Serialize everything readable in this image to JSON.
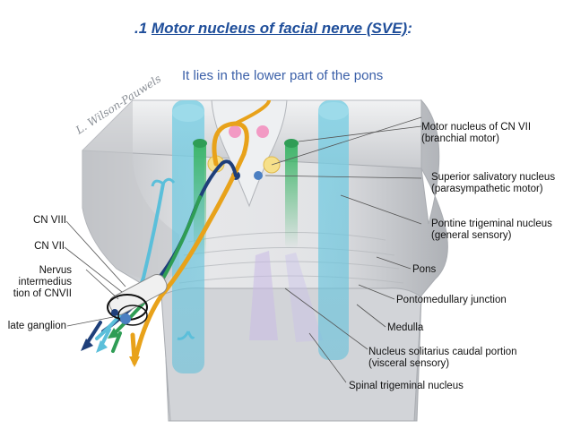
{
  "title": {
    "prefix": ".1 ",
    "underlined": "Motor nucleus of facial nerve (SVE)",
    "suffix": ":"
  },
  "subtitle": "It lies in the lower part of the pons",
  "signature": "L. Wilson-Pauwels",
  "right_labels": [
    {
      "line1": "Motor nucleus of CN VII",
      "line2": "(branchial motor)"
    },
    {
      "line1": "Superior salivatory nucleus",
      "line2": "(parasympathetic motor)"
    },
    {
      "line1": "Pontine trigeminal nucleus",
      "line2": "(general sensory)"
    },
    {
      "line1": "Pons",
      "line2": ""
    },
    {
      "line1": "Pontomedullary junction",
      "line2": ""
    },
    {
      "line1": "Medulla",
      "line2": ""
    },
    {
      "line1": "Nucleus solitarius caudal portion",
      "line2": "(visceral sensory)"
    },
    {
      "line1": "Spinal trigeminal nucleus",
      "line2": ""
    }
  ],
  "left_labels": [
    {
      "line1": "CN VIII",
      "line2": "",
      "line3": ""
    },
    {
      "line1": "CN VII",
      "line2": "",
      "line3": ""
    },
    {
      "line1": "Nervus",
      "line2": "intermedius",
      "line3": "tion of CNVII"
    },
    {
      "line1": "late ganglion",
      "line2": "",
      "line3": ""
    }
  ],
  "colors": {
    "title": "#1f4e9a",
    "subtitle": "#3a5fa8",
    "brainstem": "#d4d6d9",
    "motor_yellow": "#e8a21a",
    "parasymp_navy": "#1e3f7a",
    "sensory_green": "#2f9d55",
    "trigeminal_cyan": "#6cc6dd",
    "nucleus_pink": "#f29ac4",
    "nucleus_cream": "#f6e08a"
  }
}
